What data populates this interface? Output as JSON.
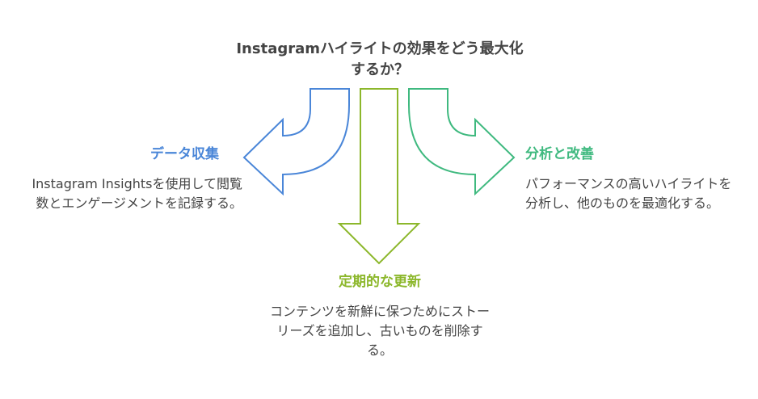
{
  "title": "Instagramハイライトの効果をどう最大化するか？",
  "branches": {
    "left": {
      "heading": "データ収集",
      "description": "Instagram Insightsを使用して閲覧数とエンゲージメントを記録する。",
      "color": "#4a86d8"
    },
    "center": {
      "heading": "定期的な更新",
      "description": "コンテンツを新鮮に保つためにストーリーズを追加し、古いものを削除する。",
      "color": "#8cb72b"
    },
    "right": {
      "heading": "分析と改善",
      "description": "パフォーマンスの高いハイライトを分析し、他のものを最適化する。",
      "color": "#3fb97f"
    }
  }
}
